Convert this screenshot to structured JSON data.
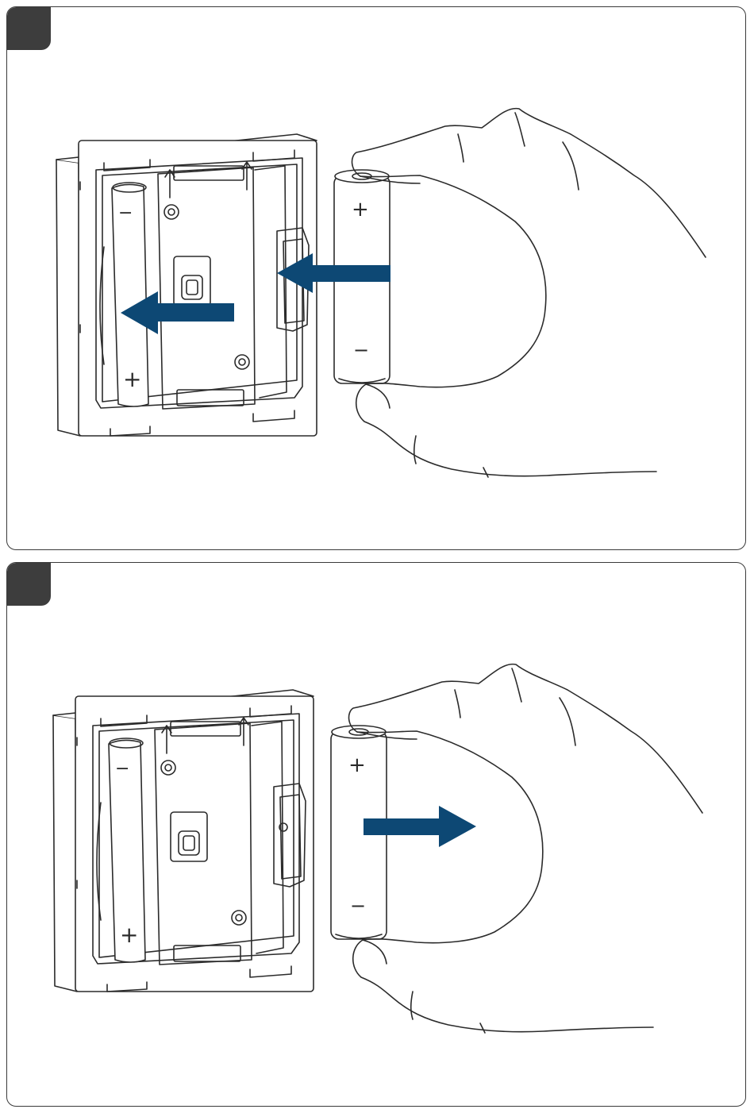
{
  "colors": {
    "outline": "#2b2b2b",
    "arrow": "#0d4874",
    "badge": "#3d3d3d",
    "frame": "#3a3a3a"
  },
  "battery_labels": {
    "plus": "+",
    "minus": "−"
  },
  "steps": [
    {
      "arrows": [
        "left",
        "left"
      ]
    },
    {
      "arrows": [
        "right"
      ]
    }
  ],
  "icons": [
    "battery-icon",
    "hand-icon",
    "device-housing-icon",
    "arrow-icon"
  ]
}
